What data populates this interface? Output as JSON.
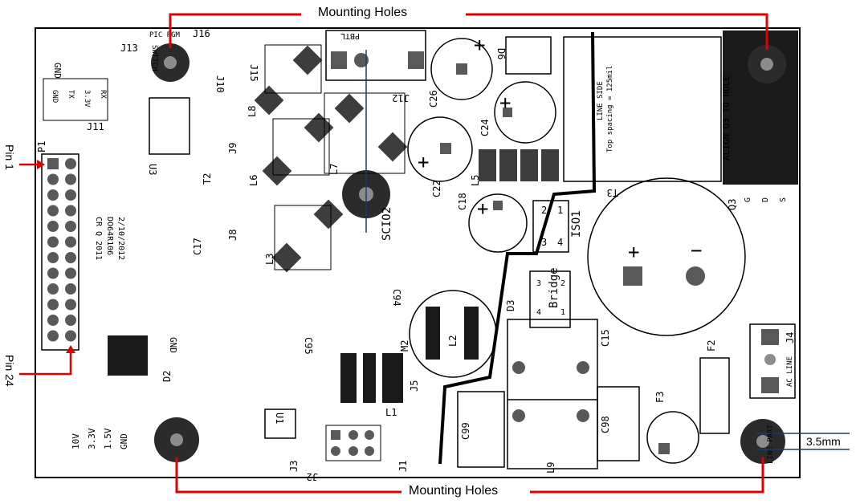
{
  "callouts": {
    "top": "Mounting Holes",
    "bottom": "Mounting Holes",
    "pin_first": "Pin 1",
    "pin_last": "Pin 24",
    "dimension": "3.5mm"
  },
  "colors": {
    "board_outline": "#000000",
    "silkscreen": "#000000",
    "copper_pad": "#595959",
    "hole_dark": "#2b2b2b",
    "hole_center": "#8c8c8c",
    "callout_line": "#e00000",
    "dimension_line": "#1f3a6e"
  },
  "board": {
    "connector_labels": [
      "GND",
      "TX",
      "3.3V",
      "RX"
    ],
    "power_labels": [
      "10V",
      "3.3V",
      "1.5V",
      "GND"
    ],
    "designators": [
      "J11",
      "J13",
      "J16",
      "J15",
      "J10",
      "J9",
      "J8",
      "J12",
      "J5",
      "J1",
      "J2",
      "J4",
      "J3",
      "P1",
      "T2",
      "T3",
      "L1",
      "L2",
      "L3",
      "L5",
      "L6",
      "L7",
      "L8",
      "L9",
      "C15",
      "C17",
      "C18",
      "C22",
      "C24",
      "C26",
      "C94",
      "C95",
      "C98",
      "C99",
      "D2",
      "D3",
      "D6",
      "F2",
      "F3",
      "M2",
      "Q3",
      "U1",
      "U3",
      "ISO1",
      "SCIO2",
      "Bridge"
    ],
    "date_lines": [
      "2/10/2012",
      "DO64R106",
      "CR Q 2011"
    ],
    "side_notes": [
      "LINE SIDE",
      "Top spacing = 125mil",
      "ALIGN Q3 TO HOLE",
      "AC LINE",
      "LINE PART",
      "PBTL",
      "PIC PGM",
      "SWITCH"
    ],
    "q3_pins": [
      "G",
      "D",
      "S"
    ],
    "iso_pins": [
      "2",
      "1",
      "3",
      "4"
    ],
    "bridge_pins": [
      "3",
      "2",
      "4",
      "1"
    ]
  }
}
